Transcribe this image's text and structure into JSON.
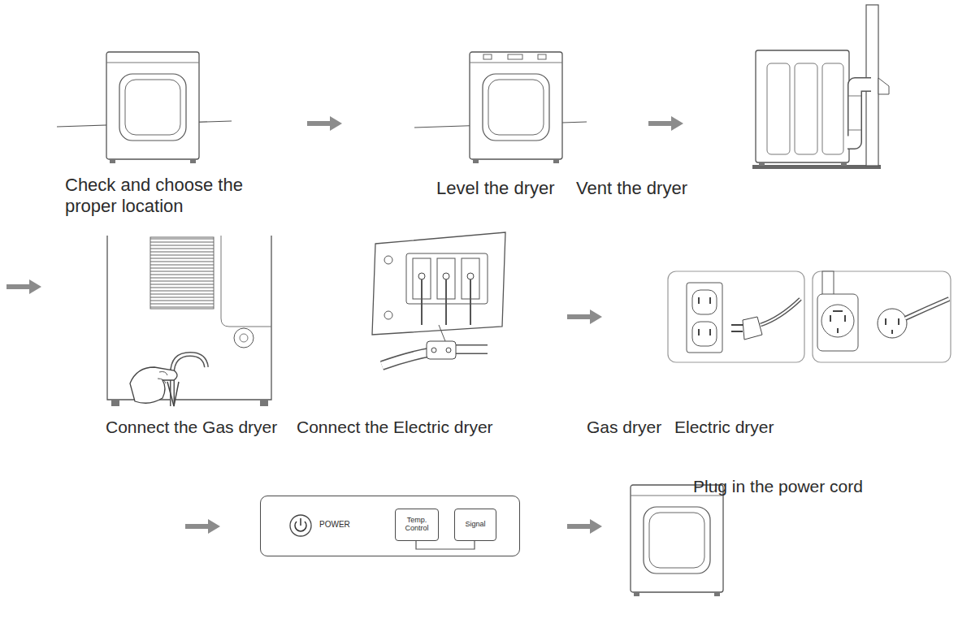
{
  "diagram": {
    "nodes": [
      {
        "text": [
          "POWER"
        ]
      },
      {
        "text": [
          "Temp. Control"
        ],
        "in": 0
      },
      {
        "text": [
          "Signal"
        ],
        "in": 0
      }
    ],
    "labels": [
      "Check and choose the proper location",
      "Level the dryer",
      "Vent the dryer",
      "Connect the Gas dryer",
      "Connect the Electric dryer",
      "Gas dryer",
      "Electric dryer",
      "Plug in the power cord"
    ]
  }
}
